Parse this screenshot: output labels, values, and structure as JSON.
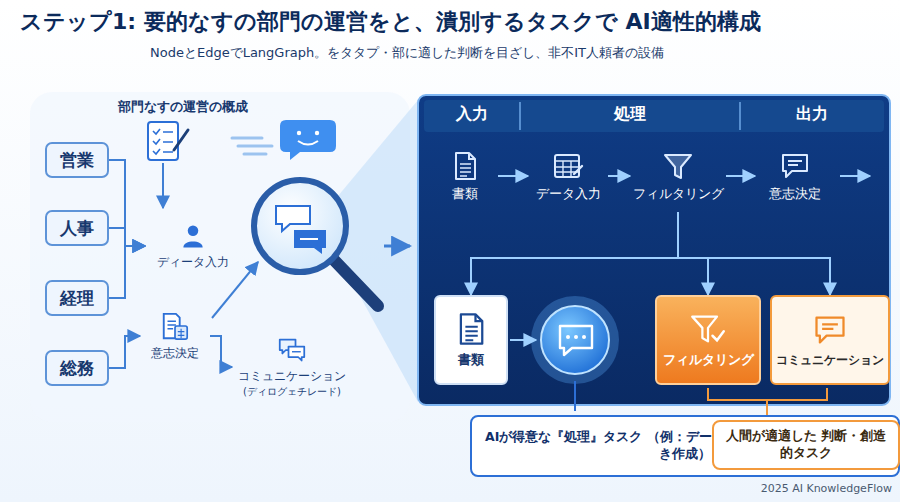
{
  "diagram": {
    "title": "ステップ1: 要的なすの部門の運営をと、潰別するタスクで AI適性的構成",
    "nodes": [
      {
        "text": [
          "営業"
        ]
      },
      {
        "text": [
          "人事"
        ]
      },
      {
        "text": [
          "経理"
        ]
      },
      {
        "text": [
          "総務"
        ]
      },
      {
        "text": [
          "ディータ入力"
        ]
      },
      {
        "text": [
          "意志決定"
        ]
      },
      {
        "text": [
          "コミュニケーション",
          "(ディログェチレード)"
        ]
      },
      {
        "text": [
          "書類"
        ]
      },
      {
        "text": [
          "データ入力"
        ]
      },
      {
        "text": [
          "フィルタリング"
        ]
      },
      {
        "text": [
          "意志決定"
        ]
      },
      {
        "text": [
          "書類"
        ]
      },
      {
        "text": [
          "フィルタリング"
        ]
      },
      {
        "text": [
          "コミュニケーション"
        ]
      },
      {
        "text": [
          "AIが得意な『処理』タスク （例：データ分類、要約、 レポート下書き作成）"
        ]
      },
      {
        "text": [
          "人間が適適した 判断・創造的タスク"
        ]
      }
    ],
    "edges": [
      {
        "from": 0,
        "to": 4,
        "arrow": "to"
      },
      {
        "from": 1,
        "to": 4,
        "arrow": "to"
      },
      {
        "from": 2,
        "to": 4,
        "arrow": "to"
      },
      {
        "from": 3,
        "to": 5,
        "arrow": "to"
      },
      {
        "from": 5,
        "to": 6,
        "arrow": "to"
      },
      {
        "from": 7,
        "to": 8,
        "arrow": "to"
      },
      {
        "from": 8,
        "to": 9,
        "arrow": "to"
      },
      {
        "from": 9,
        "to": 10,
        "arrow": "to"
      },
      {
        "from": 9,
        "to": 11,
        "arrow": "to"
      },
      {
        "from": 9,
        "to": 12,
        "arrow": "to"
      },
      {
        "from": 9,
        "to": 13,
        "arrow": "to"
      }
    ],
    "labels": [
      "NodeとEdgeでLangGraph。をタタプ・部に適した判断を目ざし、非不IT人頼者の設備",
      "部門なすの運営の概成",
      "入力",
      "処理",
      "出力",
      "2025 AI KnowledgeFlow"
    ]
  }
}
